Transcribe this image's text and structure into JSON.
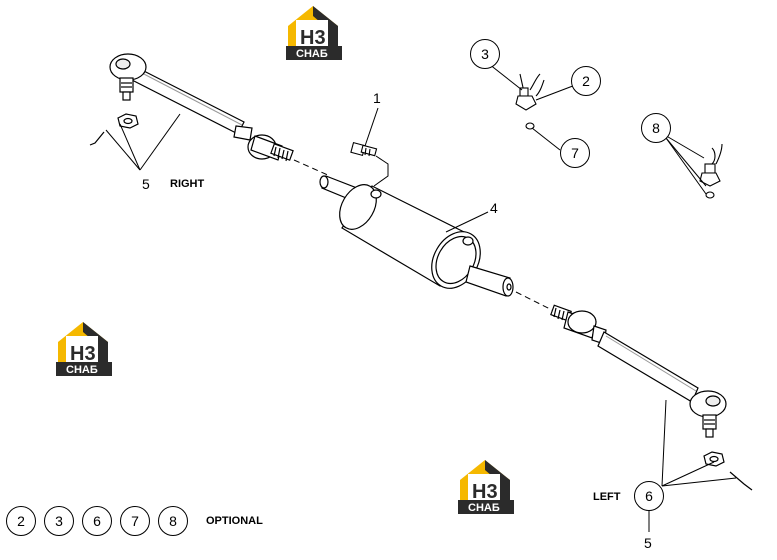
{
  "logo": {
    "main": "H3",
    "sub": "СНАБ",
    "accent": "#f5b800",
    "dark": "#2b2b2b"
  },
  "callouts": {
    "c1": "1",
    "c2": "2",
    "c3": "3",
    "c4": "4",
    "c5_right": "5",
    "c5_left": "5",
    "c6": "6",
    "c7": "7",
    "c8": "8"
  },
  "labels": {
    "right": "RIGHT",
    "left": "LEFT",
    "optional": "OPTIONAL"
  },
  "legend": {
    "items": [
      "2",
      "3",
      "6",
      "7",
      "8"
    ]
  }
}
